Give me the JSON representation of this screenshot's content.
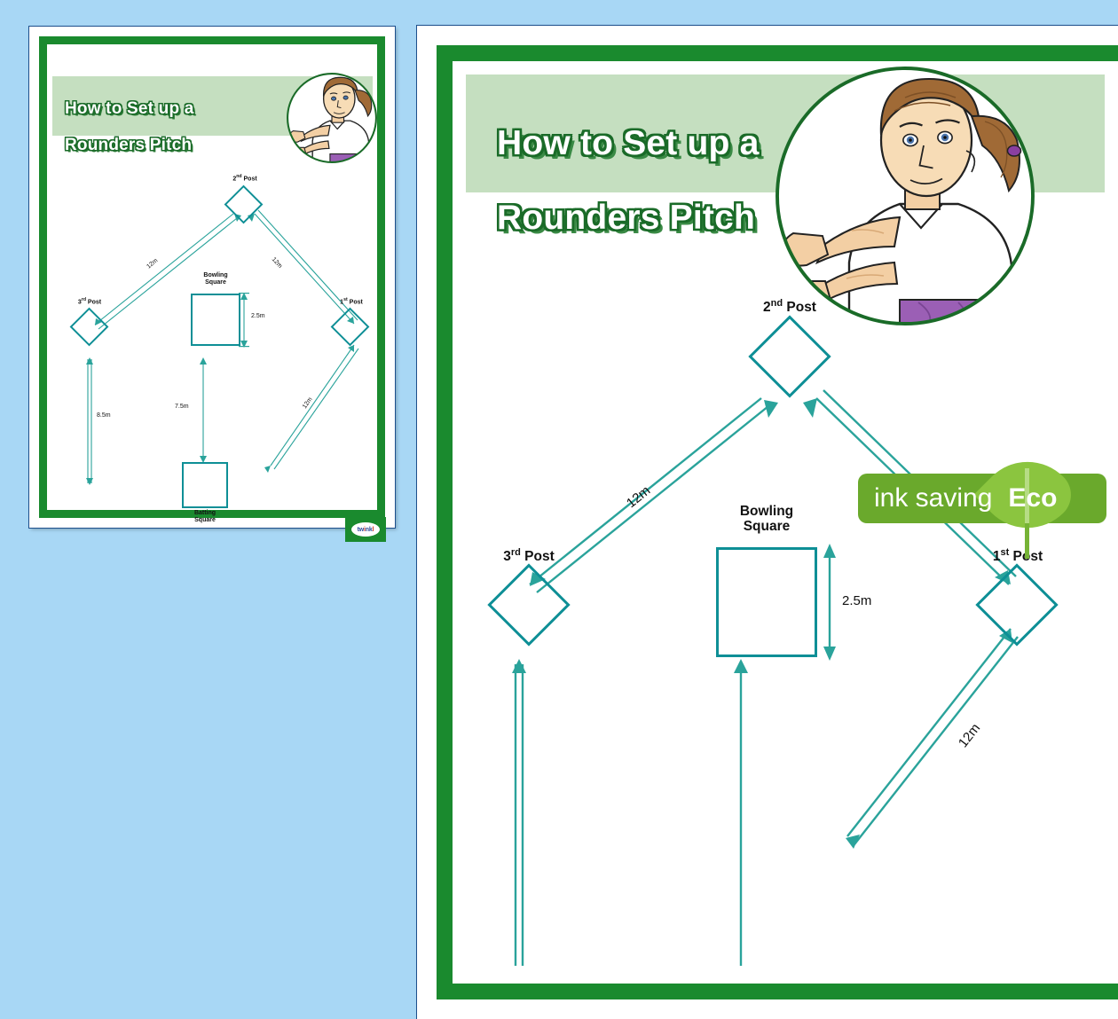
{
  "app": {
    "background_color": "#a8d7f5",
    "brand_green": "#1a8a2e",
    "band_green": "#c5dfc0",
    "diagram_teal": "#0e8f96",
    "eco_green": "#6aa92c",
    "leaf_green": "#8bc53f"
  },
  "poster": {
    "title_line1": "How to Set up a",
    "title_line2": "Rounders Pitch",
    "illustration_alt": "girl-catching-rounders-ball"
  },
  "diagram": {
    "posts": {
      "first": "1st Post",
      "first_ord_num": "1",
      "first_ord_sup": "st",
      "first_ord_word": " Post",
      "second": "2nd Post",
      "second_ord_num": "2",
      "second_ord_sup": "nd",
      "second_ord_word": " Post",
      "third": "3rd Post",
      "third_ord_num": "3",
      "third_ord_sup": "rd",
      "third_ord_word": " Post"
    },
    "squares": {
      "bowling_line1": "Bowling",
      "bowling_line2": "Square",
      "batting_line1": "Batting",
      "batting_line2": "Square"
    },
    "dimensions": {
      "post2_to_post3": "12m",
      "post1_to_post2": "12m",
      "batting_to_post1": "12m",
      "bowling_square_side": "2.5m",
      "batting_to_bowling": "7.5m",
      "post3_backline": "8.5m"
    }
  },
  "branding": {
    "twinkl_logo_text": "twinkl"
  },
  "eco_badge": {
    "label": "ink saving",
    "eco_label": "Eco"
  }
}
